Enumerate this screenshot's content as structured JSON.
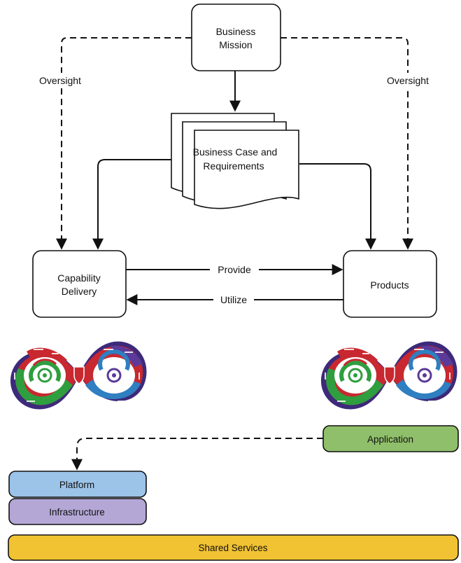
{
  "nodes": {
    "business_mission": {
      "line1": "Business",
      "line2": "Mission"
    },
    "business_case": {
      "line1": "Business Case and",
      "line2": "Requirements"
    },
    "capability_delivery": {
      "line1": "Capability",
      "line2": "Delivery"
    },
    "products": {
      "label": "Products"
    },
    "application": {
      "label": "Application"
    },
    "platform": {
      "label": "Platform"
    },
    "infrastructure": {
      "label": "Infrastructure"
    },
    "shared_services": {
      "label": "Shared Services"
    }
  },
  "edges": {
    "oversight_left": "Oversight",
    "oversight_right": "Oversight",
    "provide": "Provide",
    "utilize": "Utilize"
  },
  "colors": {
    "application_fill": "#8fbf6a",
    "platform_fill": "#9cc3e8",
    "infrastructure_fill": "#b4a7d6",
    "shared_services_fill": "#f1c232",
    "loop_red": "#d9222a",
    "loop_green": "#2e9e3f",
    "loop_blue": "#2f7fc1",
    "loop_purple": "#5b3a99"
  },
  "icons": {
    "devsecops_loop_left": "devsecops-infinity-loop-icon",
    "devsecops_loop_right": "devsecops-infinity-loop-icon"
  }
}
